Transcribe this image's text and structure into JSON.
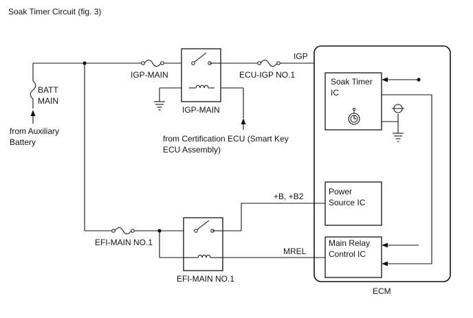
{
  "title": "Soak Timer Circuit (fig. 3)",
  "labels": {
    "batt_main_1": "BATT",
    "batt_main_2": "MAIN",
    "aux_1": "from Auxiliary",
    "aux_2": "Battery",
    "igp_main_fuse": "IGP-MAIN",
    "igp_main_relay": "IGP-MAIN",
    "ecu_igp_fuse": "ECU-IGP NO.1",
    "igp_signal": "IGP",
    "cert_1": "from Certification ECU (Smart Key",
    "cert_2": "ECU Assembly)",
    "b_plus": "+B, +B2",
    "mrel": "MREL",
    "efi_main_fuse": "EFI-MAIN NO.1",
    "efi_main_relay": "EFI-MAIN NO.1",
    "ecm": "ECM"
  },
  "ecm_blocks": {
    "soak_timer_1": "Soak Timer",
    "soak_timer_2": "IC",
    "power_source_1": "Power",
    "power_source_2": "Source IC",
    "main_relay_1": "Main Relay",
    "main_relay_2": "Control IC"
  }
}
